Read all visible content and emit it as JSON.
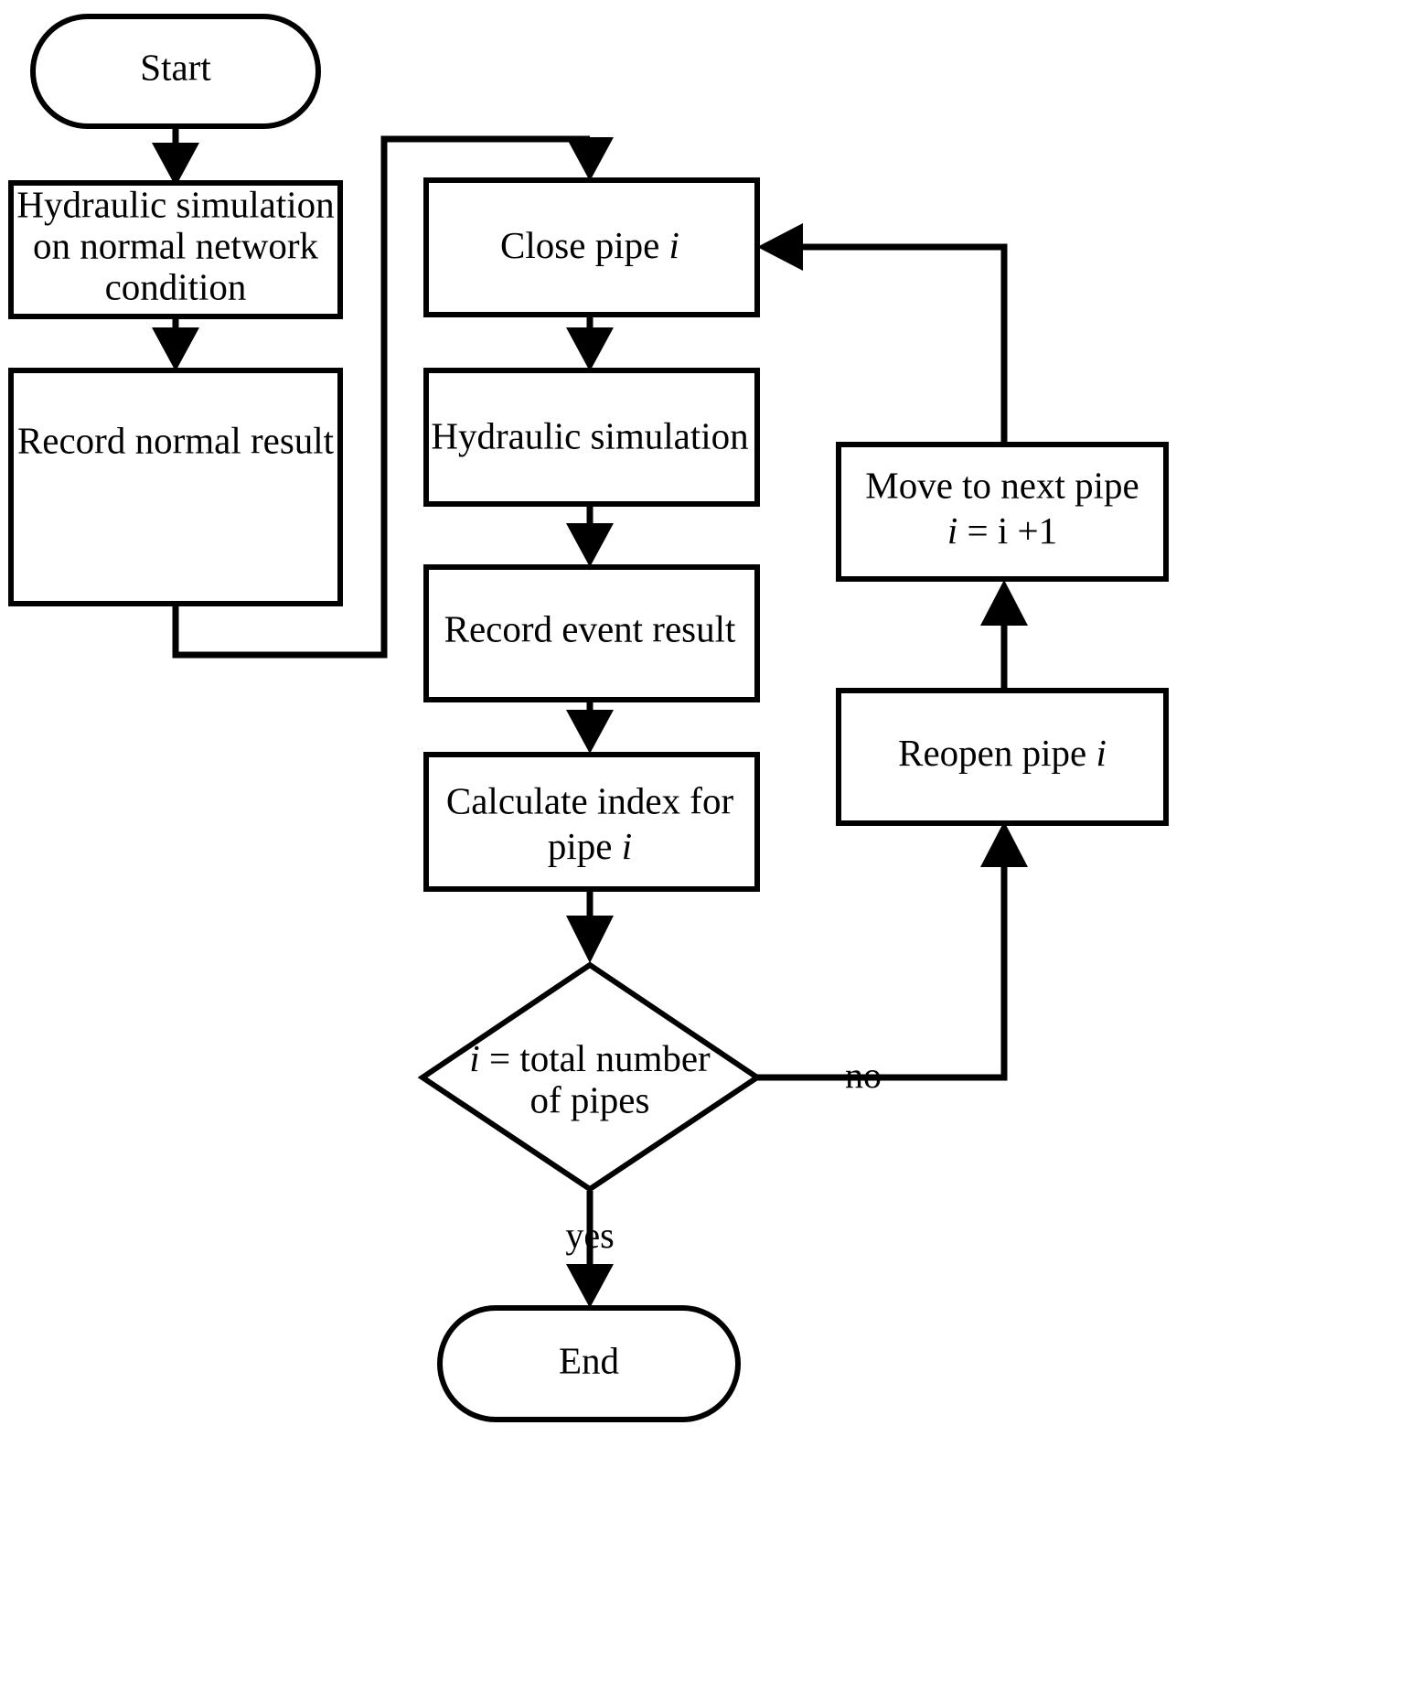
{
  "diagram": {
    "title": "Pipe criticality assessment flowchart",
    "colors": {
      "stroke": "#000000",
      "fill": "#ffffff",
      "text": "#000000"
    },
    "nodes": {
      "start": {
        "label": "Start",
        "shape": "terminator"
      },
      "hydraulic_normal": {
        "line1": "Hydraulic simulation",
        "line2": "on normal network",
        "line3": "condition",
        "shape": "process"
      },
      "record_normal": {
        "label": "Record normal result",
        "shape": "process"
      },
      "close_pipe": {
        "label_pre": "Close pipe ",
        "label_var": "i",
        "shape": "process"
      },
      "hydraulic_sim": {
        "label": "Hydraulic simulation",
        "shape": "process"
      },
      "record_event": {
        "label": "Record event result",
        "shape": "process"
      },
      "calculate_index": {
        "line1": "Calculate index for",
        "line2_pre": "pipe ",
        "line2_var": "i",
        "shape": "process"
      },
      "decision": {
        "line1_var": "i",
        "line1_rest": " = total number",
        "line2": "of pipes",
        "shape": "decision"
      },
      "move_next": {
        "line1": "Move to next pipe",
        "line2_var": "i",
        "line2_rest": " = i +1",
        "shape": "process"
      },
      "reopen_pipe": {
        "label_pre": "Reopen pipe ",
        "label_var": "i",
        "shape": "process"
      },
      "end": {
        "label": "End",
        "shape": "terminator"
      }
    },
    "edge_labels": {
      "no": "no",
      "yes": "yes"
    }
  }
}
